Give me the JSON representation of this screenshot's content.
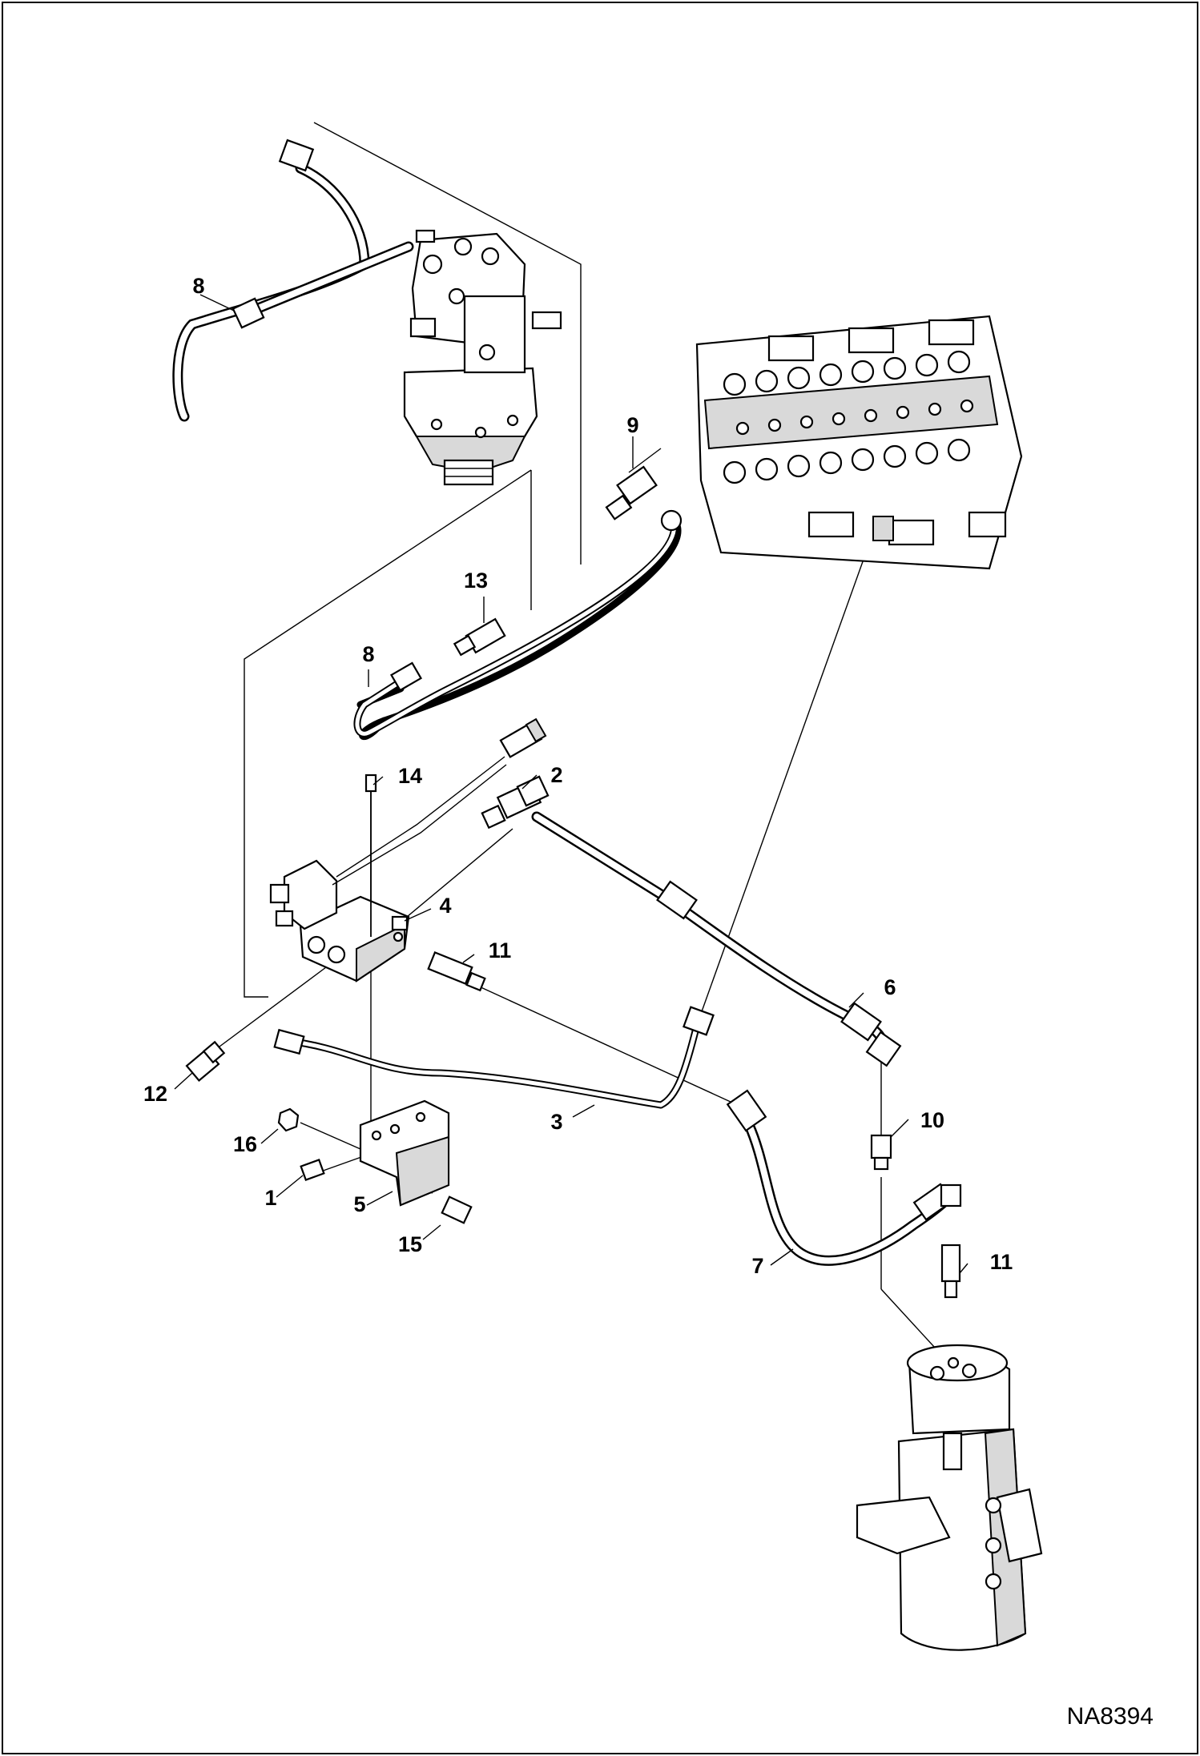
{
  "diagram": {
    "figure_id": "NA8394",
    "callouts": [
      {
        "id": "c8a",
        "label": "8"
      },
      {
        "id": "c9",
        "label": "9"
      },
      {
        "id": "c13",
        "label": "13"
      },
      {
        "id": "c8b",
        "label": "8"
      },
      {
        "id": "c14",
        "label": "14"
      },
      {
        "id": "c2",
        "label": "2"
      },
      {
        "id": "c4",
        "label": "4"
      },
      {
        "id": "c11a",
        "label": "11"
      },
      {
        "id": "c6",
        "label": "6"
      },
      {
        "id": "c12",
        "label": "12"
      },
      {
        "id": "c3",
        "label": "3"
      },
      {
        "id": "c10",
        "label": "10"
      },
      {
        "id": "c16",
        "label": "16"
      },
      {
        "id": "c1",
        "label": "1"
      },
      {
        "id": "c5",
        "label": "5"
      },
      {
        "id": "c15",
        "label": "15"
      },
      {
        "id": "c7",
        "label": "7"
      },
      {
        "id": "c11b",
        "label": "11"
      }
    ]
  }
}
